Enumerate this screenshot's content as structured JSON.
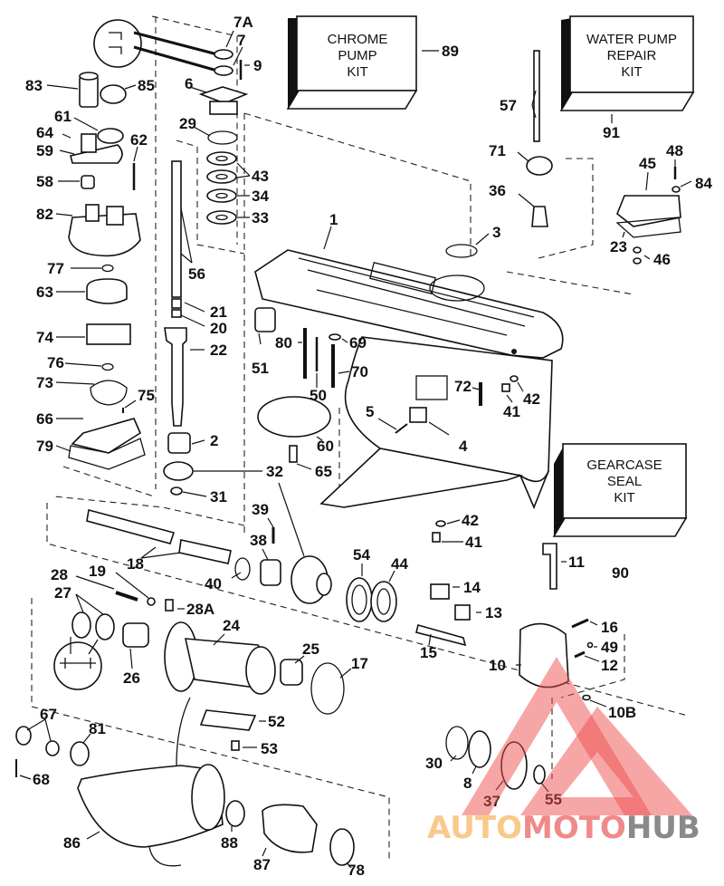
{
  "diagram": {
    "title": "Outboard gearcase exploded parts diagram",
    "kits": [
      {
        "id": "89",
        "lines": [
          "CHROME",
          "PUMP",
          "KIT"
        ]
      },
      {
        "id": "91",
        "lines": [
          "WATER PUMP",
          "REPAIR",
          "KIT"
        ]
      },
      {
        "id": "90",
        "lines": [
          "GEARCASE",
          "SEAL",
          "KIT"
        ]
      }
    ],
    "callouts": [
      {
        "id": "7A"
      },
      {
        "id": "7"
      },
      {
        "id": "9"
      },
      {
        "id": "6"
      },
      {
        "id": "83"
      },
      {
        "id": "85"
      },
      {
        "id": "61"
      },
      {
        "id": "64"
      },
      {
        "id": "59"
      },
      {
        "id": "62"
      },
      {
        "id": "58"
      },
      {
        "id": "82"
      },
      {
        "id": "29"
      },
      {
        "id": "43"
      },
      {
        "id": "34"
      },
      {
        "id": "33"
      },
      {
        "id": "56"
      },
      {
        "id": "77"
      },
      {
        "id": "63"
      },
      {
        "id": "74"
      },
      {
        "id": "76"
      },
      {
        "id": "73"
      },
      {
        "id": "75"
      },
      {
        "id": "66"
      },
      {
        "id": "79"
      },
      {
        "id": "21"
      },
      {
        "id": "20"
      },
      {
        "id": "22"
      },
      {
        "id": "2"
      },
      {
        "id": "32"
      },
      {
        "id": "31"
      },
      {
        "id": "51"
      },
      {
        "id": "80"
      },
      {
        "id": "50"
      },
      {
        "id": "69"
      },
      {
        "id": "70"
      },
      {
        "id": "60"
      },
      {
        "id": "65"
      },
      {
        "id": "1"
      },
      {
        "id": "3"
      },
      {
        "id": "57"
      },
      {
        "id": "71"
      },
      {
        "id": "36"
      },
      {
        "id": "45"
      },
      {
        "id": "48"
      },
      {
        "id": "84"
      },
      {
        "id": "23"
      },
      {
        "id": "46"
      },
      {
        "id": "72"
      },
      {
        "id": "42"
      },
      {
        "id": "41"
      },
      {
        "id": "5"
      },
      {
        "id": "4"
      },
      {
        "id": "11"
      },
      {
        "id": "39"
      },
      {
        "id": "38"
      },
      {
        "id": "18"
      },
      {
        "id": "40"
      },
      {
        "id": "54"
      },
      {
        "id": "44"
      },
      {
        "id": "14"
      },
      {
        "id": "13"
      },
      {
        "id": "15"
      },
      {
        "id": "28"
      },
      {
        "id": "19"
      },
      {
        "id": "28A"
      },
      {
        "id": "27"
      },
      {
        "id": "26"
      },
      {
        "id": "24"
      },
      {
        "id": "25"
      },
      {
        "id": "17"
      },
      {
        "id": "52"
      },
      {
        "id": "53"
      },
      {
        "id": "16"
      },
      {
        "id": "49"
      },
      {
        "id": "10"
      },
      {
        "id": "12"
      },
      {
        "id": "10B"
      },
      {
        "id": "67"
      },
      {
        "id": "81"
      },
      {
        "id": "68"
      },
      {
        "id": "30"
      },
      {
        "id": "8"
      },
      {
        "id": "37"
      },
      {
        "id": "55"
      },
      {
        "id": "86"
      },
      {
        "id": "88"
      },
      {
        "id": "87"
      },
      {
        "id": "78"
      }
    ]
  },
  "watermark": {
    "parts": [
      "AUTO",
      "MOTO",
      "HUB"
    ],
    "colors": [
      "#f9c98a",
      "#f08a8a",
      "#8a8a8a"
    ],
    "logo_color": "#ef4d4d"
  }
}
